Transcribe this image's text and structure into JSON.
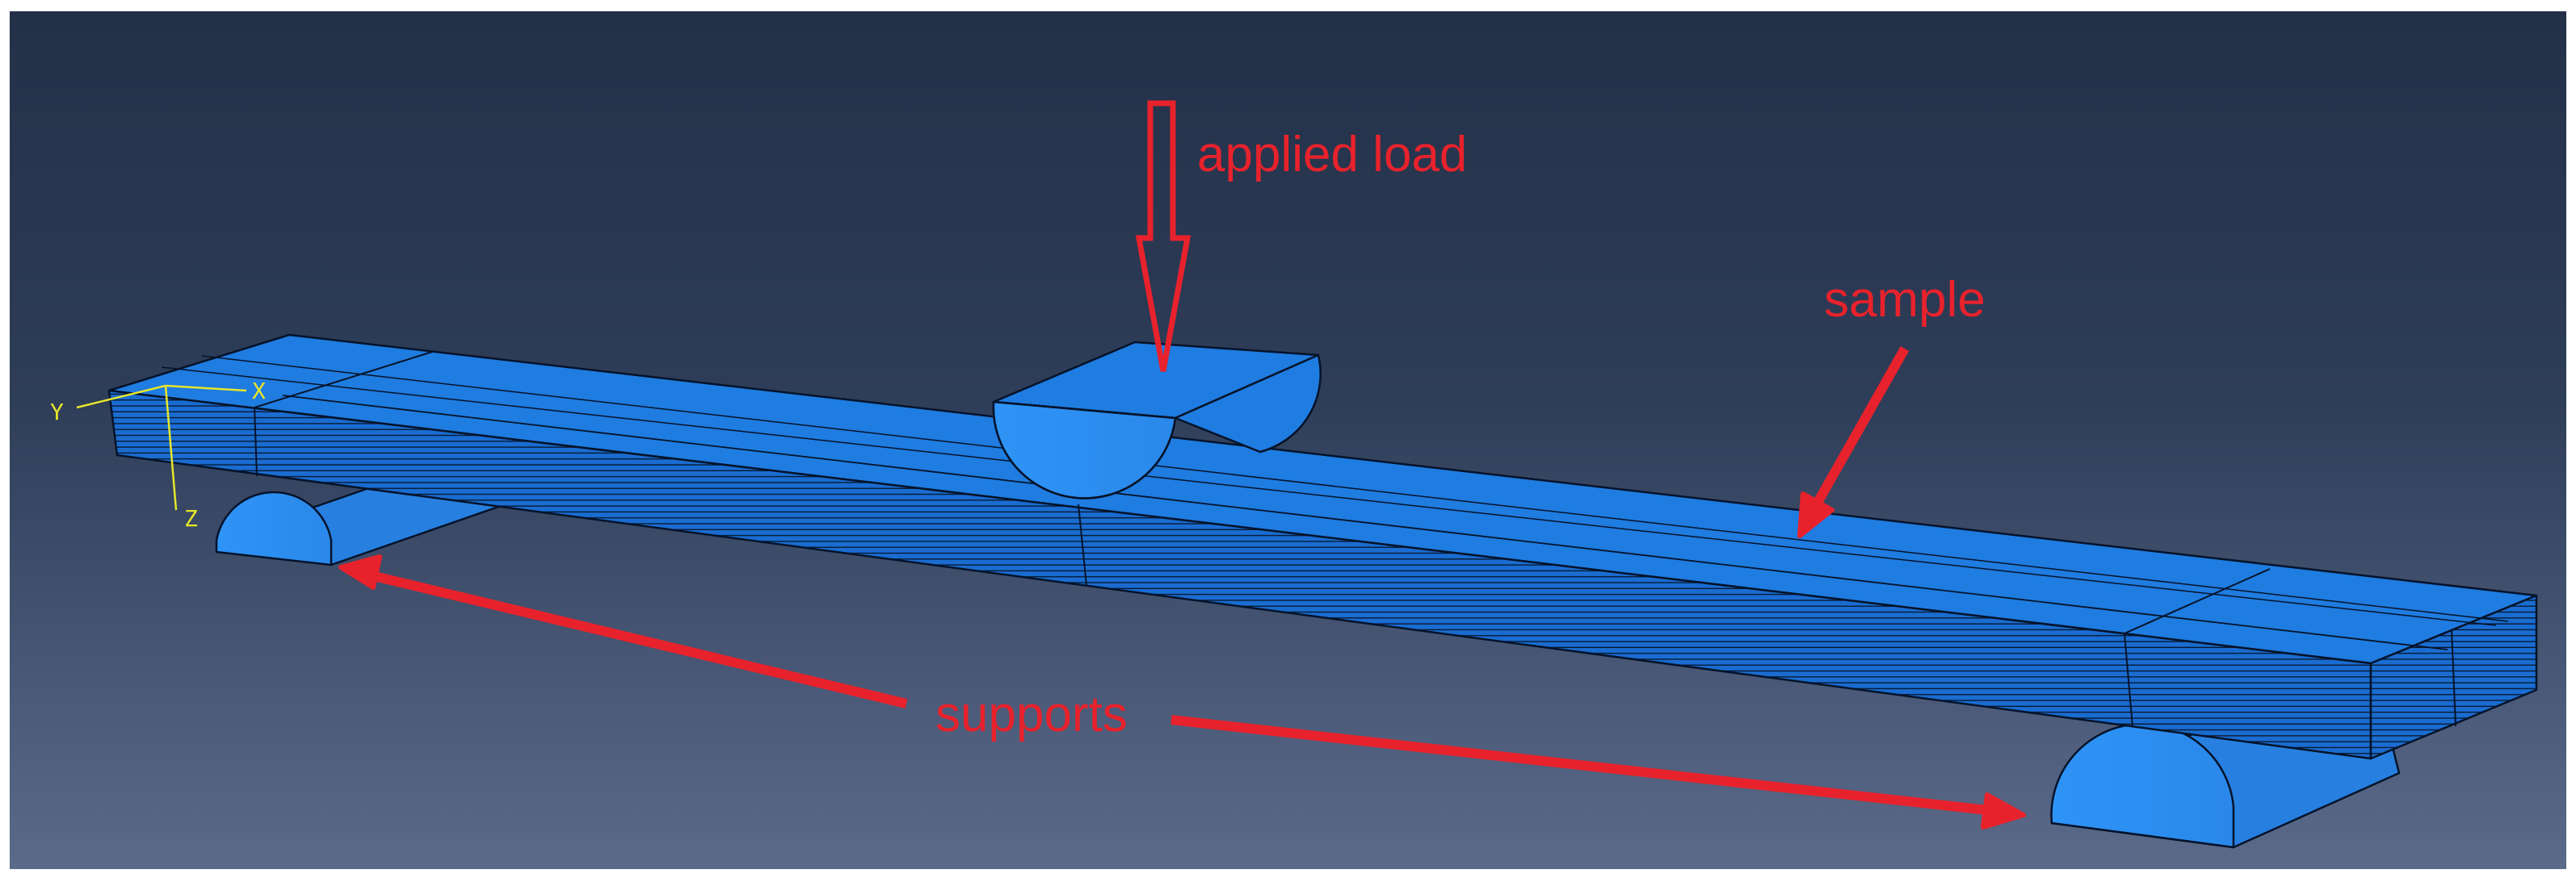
{
  "annotations": {
    "applied_load": "applied load",
    "sample": "sample",
    "supports": "supports"
  },
  "triad": {
    "x": "X",
    "y": "Y",
    "z": "Z"
  },
  "colors": {
    "beam_top": "#1f7ce0",
    "beam_side": "#1a6cd0",
    "support": "#2b8cf0",
    "edge": "#05132a",
    "annotation": "#e8222c",
    "triad": "#e6e62a"
  }
}
